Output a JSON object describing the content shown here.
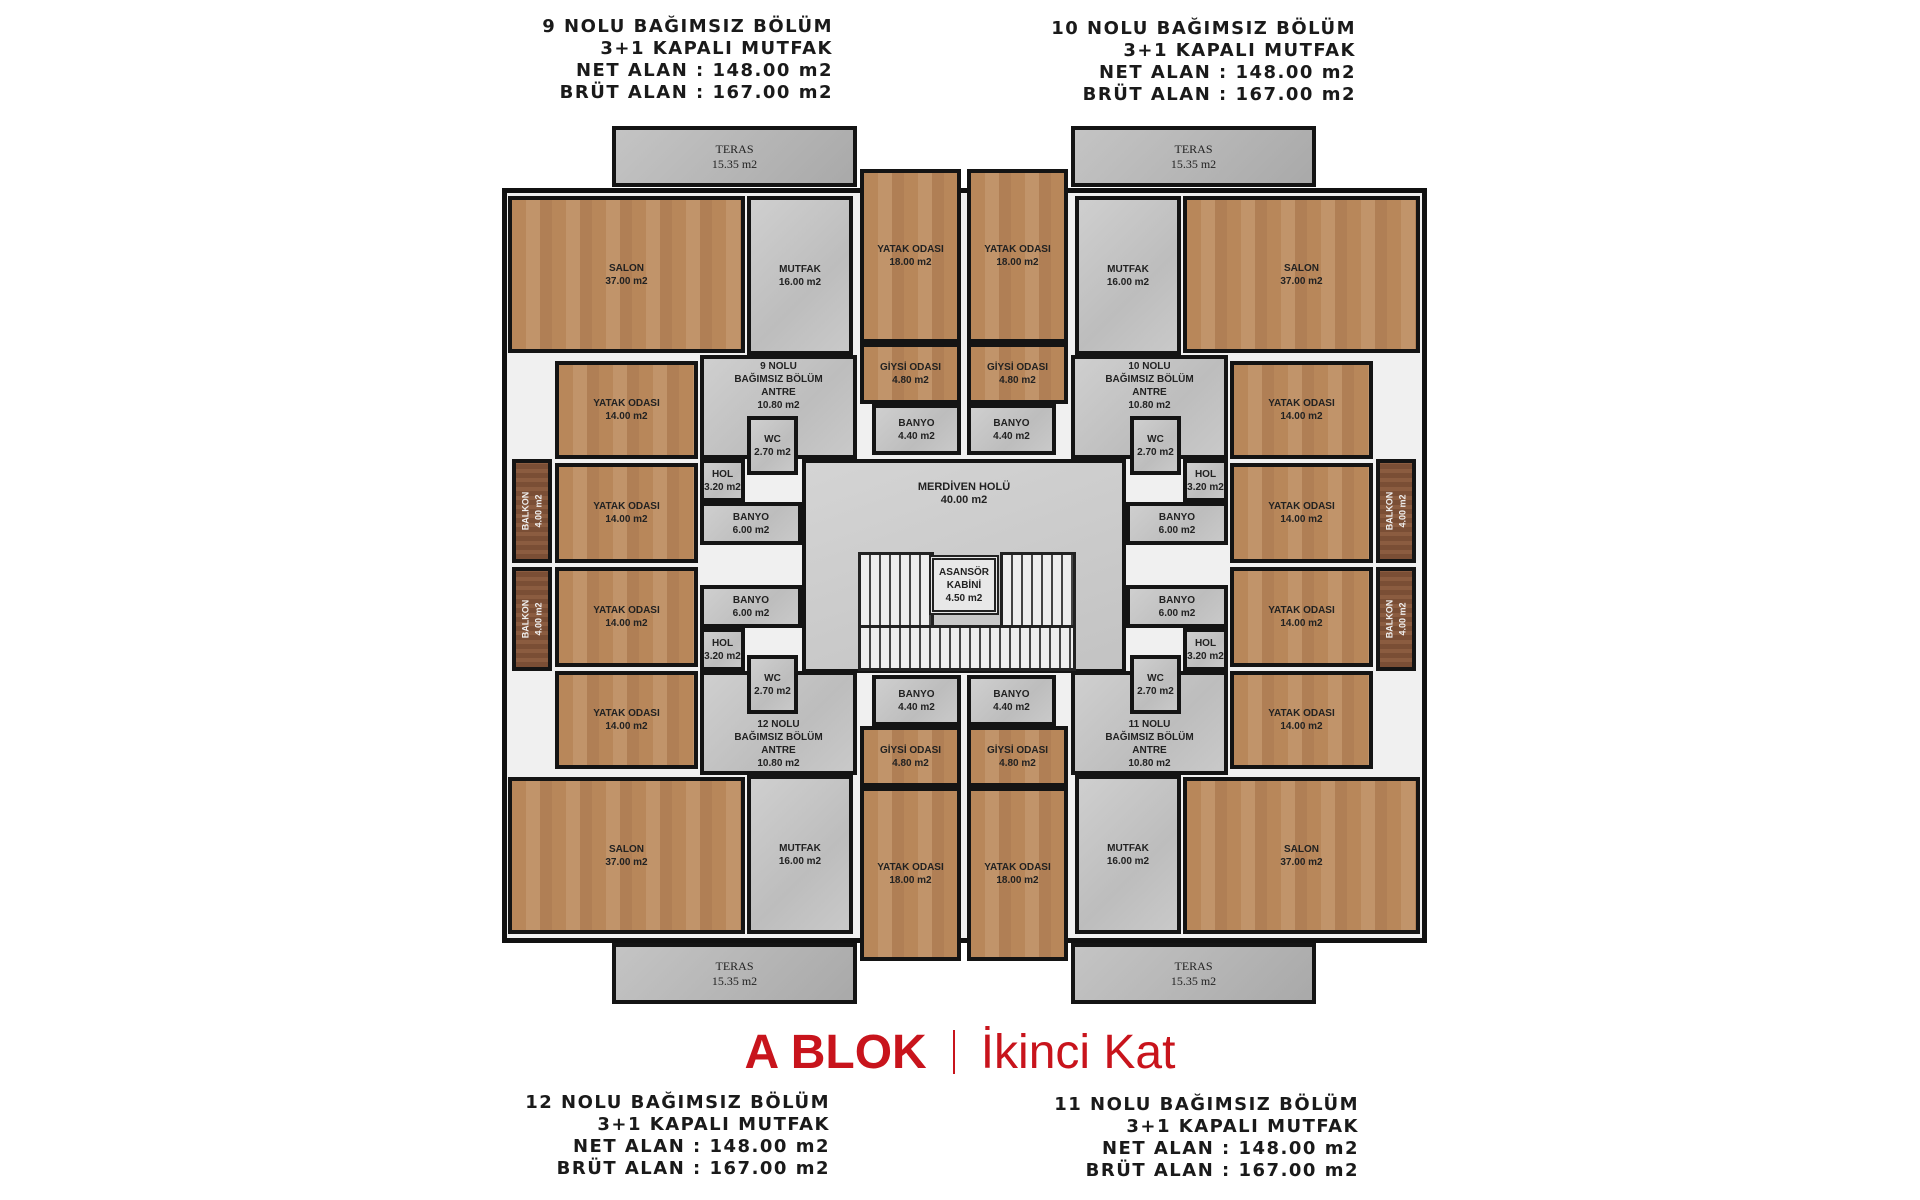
{
  "title": {
    "block": "A BLOK",
    "floor": "İkinci Kat"
  },
  "units": [
    {
      "id": "9",
      "header": [
        "9 NOLU BAĞIMSIZ BÖLÜM",
        "3+1 KAPALI MUTFAK",
        "NET ALAN : 148.00 m2",
        "BRÜT ALAN : 167.00 m2"
      ],
      "rooms": {
        "teras": [
          "TERAS",
          "15.35 m2"
        ],
        "salon": [
          "SALON",
          "37.00 m2"
        ],
        "mutfak": [
          "MUTFAK",
          "16.00 m2"
        ],
        "yatak18": [
          "YATAK ODASI",
          "18.00 m2"
        ],
        "giysi": [
          "GİYSİ ODASI",
          "4.80 m2"
        ],
        "banyo44": [
          "BANYO",
          "4.40 m2"
        ],
        "antre": [
          "9 NOLU",
          "BAĞIMSIZ BÖLÜM",
          "ANTRE",
          "10.80 m2"
        ],
        "yatak14a": [
          "YATAK ODASI",
          "14.00 m2"
        ],
        "yatak14b": [
          "YATAK ODASI",
          "14.00 m2"
        ],
        "balkon": [
          "BALKON",
          "4.00 m2"
        ],
        "wc": [
          "WC",
          "2.70 m2"
        ],
        "hol": [
          "HOL",
          "3.20 m2"
        ],
        "banyo6": [
          "BANYO",
          "6.00 m2"
        ]
      }
    },
    {
      "id": "10",
      "header": [
        "10 NOLU BAĞIMSIZ BÖLÜM",
        "3+1 KAPALI MUTFAK",
        "NET ALAN : 148.00 m2",
        "BRÜT ALAN : 167.00 m2"
      ],
      "rooms": {
        "teras": [
          "TERAS",
          "15.35 m2"
        ],
        "salon": [
          "SALON",
          "37.00 m2"
        ],
        "mutfak": [
          "MUTFAK",
          "16.00 m2"
        ],
        "yatak18": [
          "YATAK ODASI",
          "18.00 m2"
        ],
        "giysi": [
          "GİYSİ ODASI",
          "4.80 m2"
        ],
        "banyo44": [
          "BANYO",
          "4.40 m2"
        ],
        "antre": [
          "10 NOLU",
          "BAĞIMSIZ BÖLÜM",
          "ANTRE",
          "10.80 m2"
        ],
        "yatak14a": [
          "YATAK ODASI",
          "14.00 m2"
        ],
        "yatak14b": [
          "YATAK ODASI",
          "14.00 m2"
        ],
        "balkon": [
          "BALKON",
          "4.00 m2"
        ],
        "wc": [
          "WC",
          "2.70 m2"
        ],
        "hol": [
          "HOL",
          "3.20 m2"
        ],
        "banyo6": [
          "BANYO",
          "6.00 m2"
        ]
      }
    },
    {
      "id": "12",
      "header": [
        "12 NOLU BAĞIMSIZ BÖLÜM",
        "3+1 KAPALI MUTFAK",
        "NET ALAN : 148.00 m2",
        "BRÜT ALAN : 167.00 m2"
      ],
      "rooms": {
        "teras": [
          "TERAS",
          "15.35 m2"
        ],
        "salon": [
          "SALON",
          "37.00 m2"
        ],
        "mutfak": [
          "MUTFAK",
          "16.00 m2"
        ],
        "yatak18": [
          "YATAK ODASI",
          "18.00 m2"
        ],
        "giysi": [
          "GİYSİ ODASI",
          "4.80 m2"
        ],
        "banyo44": [
          "BANYO",
          "4.40 m2"
        ],
        "antre": [
          "12 NOLU",
          "BAĞIMSIZ BÖLÜM",
          "ANTRE",
          "10.80 m2"
        ],
        "yatak14a": [
          "YATAK ODASI",
          "14.00 m2"
        ],
        "yatak14b": [
          "YATAK ODASI",
          "14.00 m2"
        ],
        "balkon": [
          "BALKON",
          "4.00 m2"
        ],
        "wc": [
          "WC",
          "2.70 m2"
        ],
        "hol": [
          "HOL",
          "3.20 m2"
        ],
        "banyo6": [
          "BANYO",
          "6.00 m2"
        ]
      }
    },
    {
      "id": "11",
      "header": [
        "11 NOLU BAĞIMSIZ BÖLÜM",
        "3+1 KAPALI MUTFAK",
        "NET ALAN : 148.00 m2",
        "BRÜT ALAN : 167.00 m2"
      ],
      "rooms": {
        "teras": [
          "TERAS",
          "15.35 m2"
        ],
        "salon": [
          "SALON",
          "37.00 m2"
        ],
        "mutfak": [
          "MUTFAK",
          "16.00 m2"
        ],
        "yatak18": [
          "YATAK ODASI",
          "18.00 m2"
        ],
        "giysi": [
          "GİYSİ ODASI",
          "4.80 m2"
        ],
        "banyo44": [
          "BANYO",
          "4.40 m2"
        ],
        "antre": [
          "11 NOLU",
          "BAĞIMSIZ BÖLÜM",
          "ANTRE",
          "10.80 m2"
        ],
        "yatak14a": [
          "YATAK ODASI",
          "14.00 m2"
        ],
        "yatak14b": [
          "YATAK ODASI",
          "14.00 m2"
        ],
        "balkon": [
          "BALKON",
          "4.00 m2"
        ],
        "wc": [
          "WC",
          "2.70 m2"
        ],
        "hol": [
          "HOL",
          "3.20 m2"
        ],
        "banyo6": [
          "BANYO",
          "6.00 m2"
        ]
      }
    }
  ],
  "common": {
    "merdiven": [
      "MERDİVEN HOLÜ",
      "40.00 m2"
    ],
    "asansor": [
      "ASANSÖR",
      "KABİNİ",
      "4.50 m2"
    ]
  },
  "colors": {
    "title": "#c8141c",
    "wood": "#b8875a",
    "floor_gray": "#c9c9c9",
    "balcony": "#7a4e35",
    "wall": "#141414"
  }
}
